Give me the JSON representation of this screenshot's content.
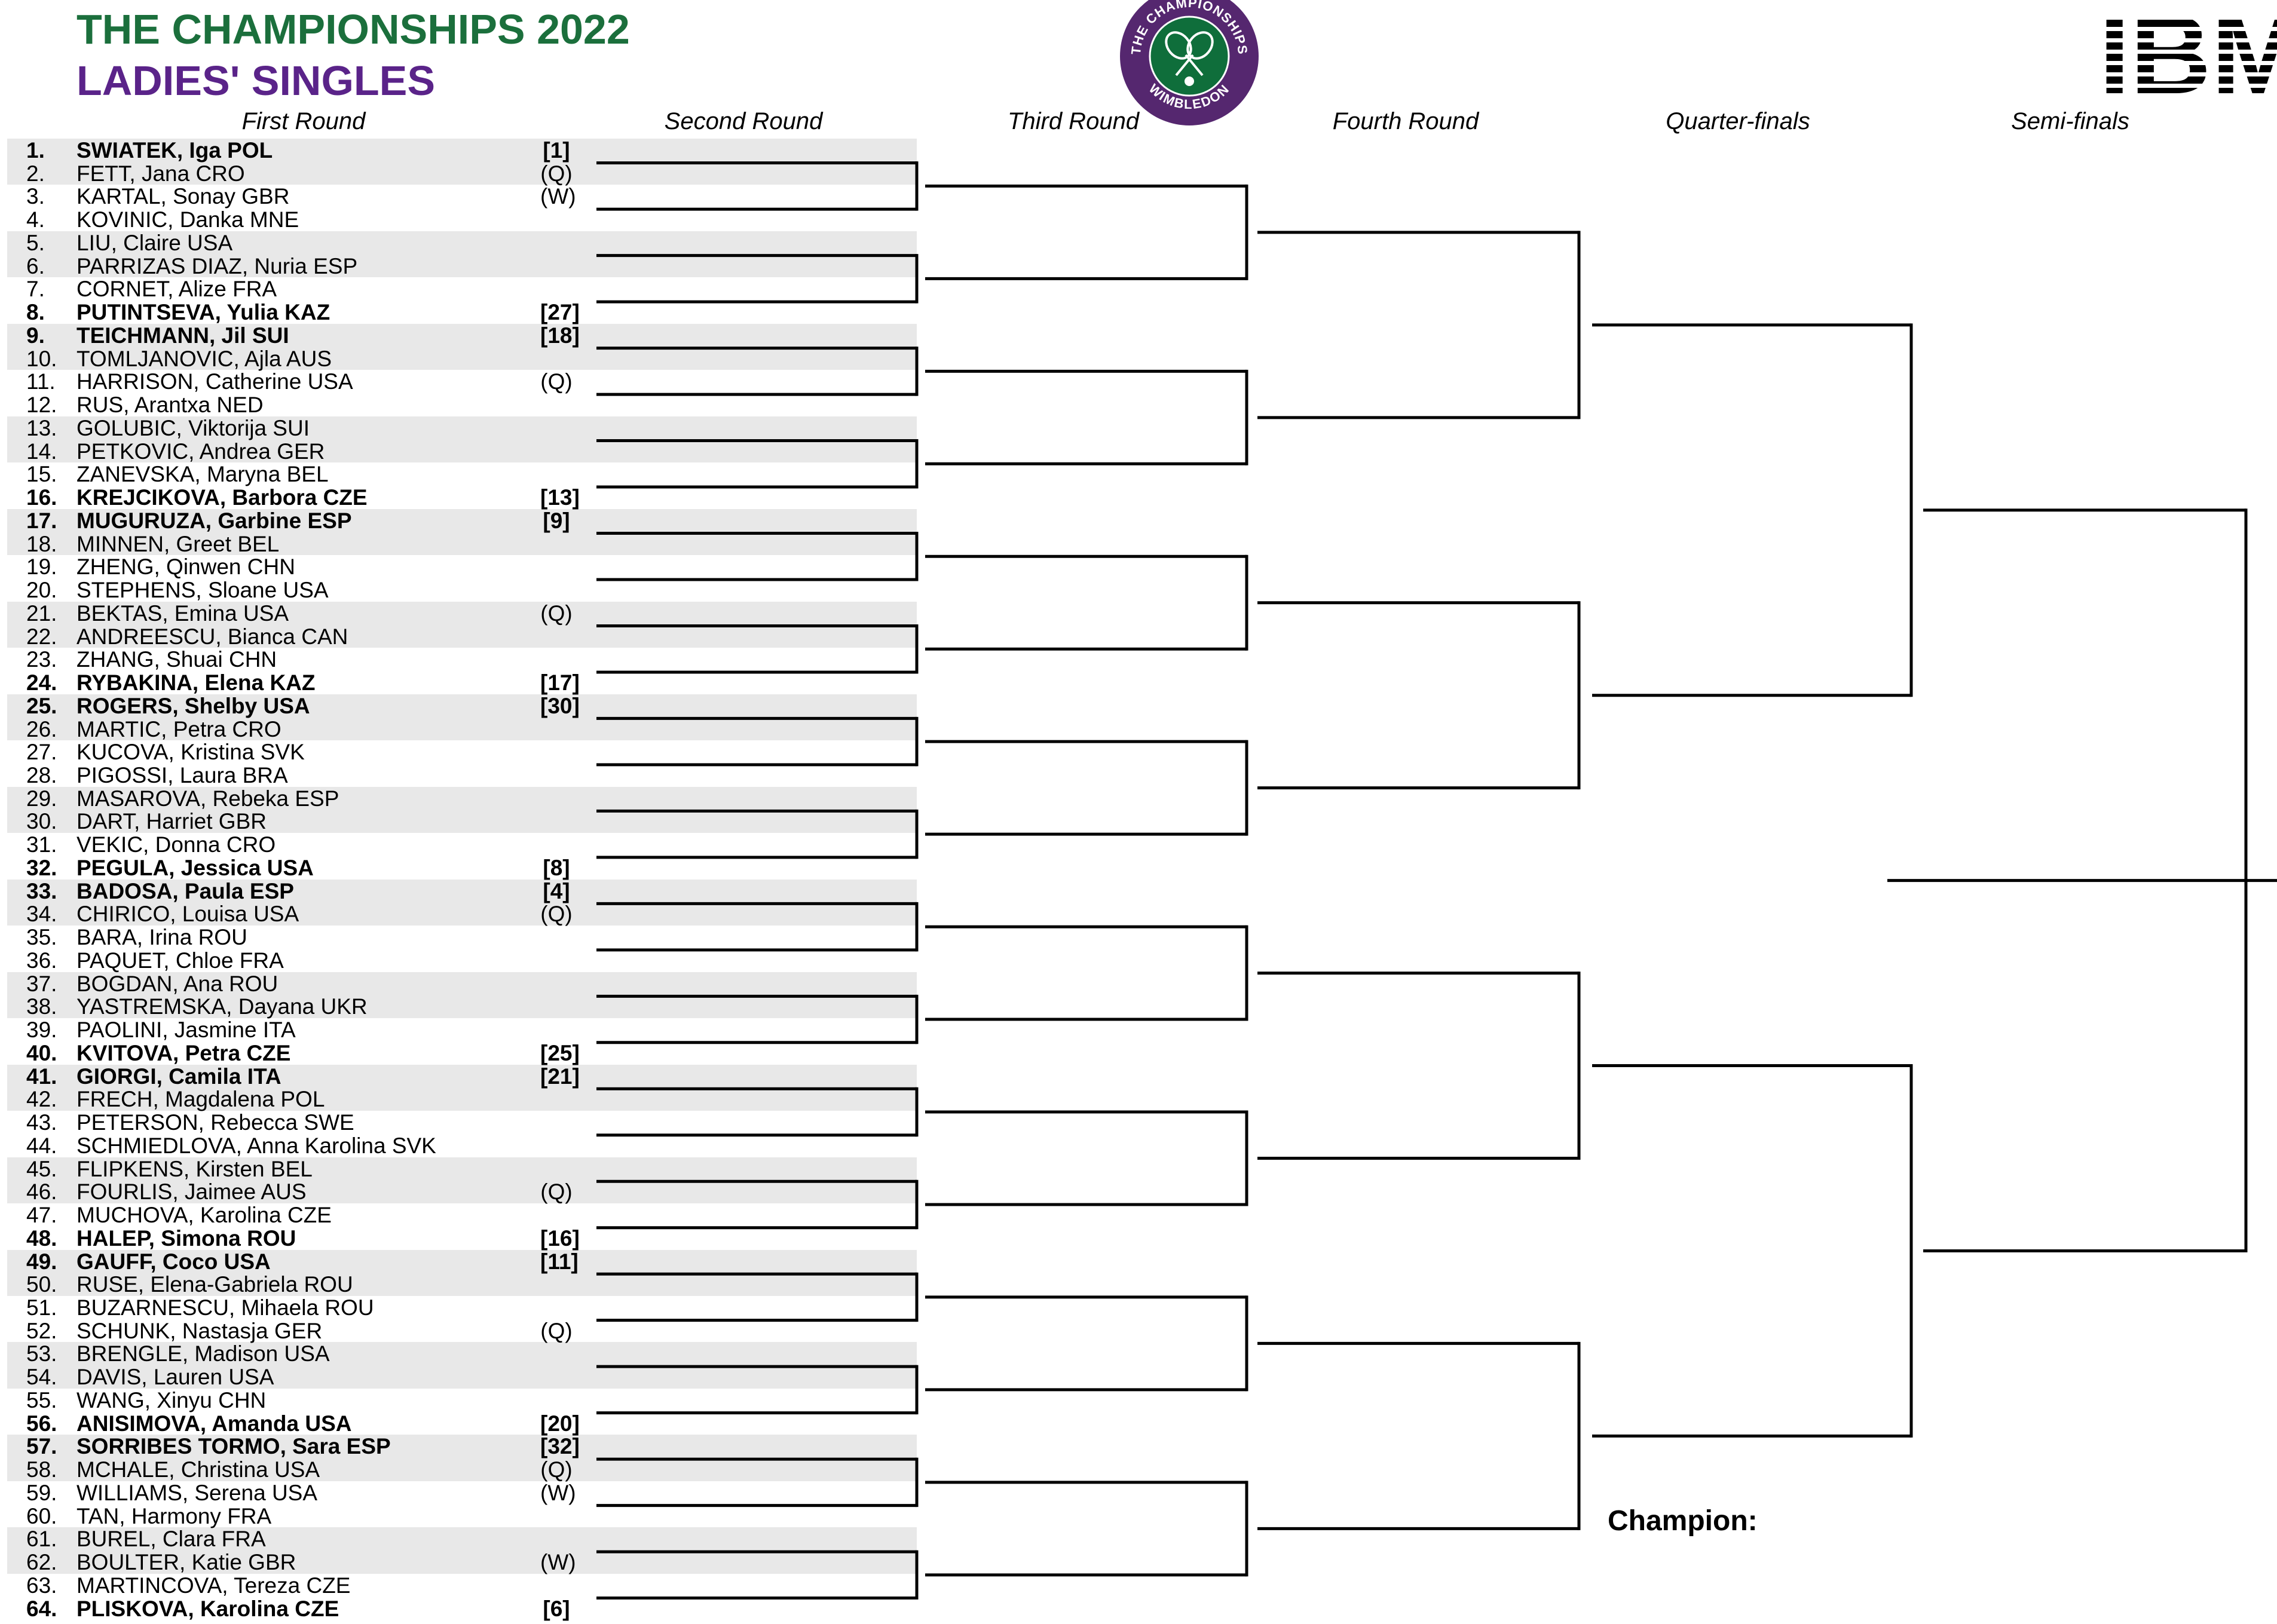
{
  "header": {
    "title": "THE CHAMPIONSHIPS 2022",
    "subtitle": "LADIES' SINGLES"
  },
  "logos": {
    "wimbledon": {
      "top_text": "THE CHAMPIONSHIPS",
      "bottom_text": "WIMBLEDON",
      "icon": "crossed-rackets-icon"
    },
    "sponsor": {
      "text": "IBM"
    }
  },
  "colors": {
    "title_green": "#1b6f3c",
    "subtitle_purple": "#5a2389",
    "row_shade": "#e8e8e8",
    "logo_purple": "#55276f",
    "logo_green": "#0f6e3b"
  },
  "rounds": [
    "First Round",
    "Second Round",
    "Third Round",
    "Fourth Round",
    "Quarter-finals",
    "Semi-finals"
  ],
  "players": [
    {
      "num": "1.",
      "name": "SWIATEK, Iga POL",
      "seed": "[1]",
      "bold": true
    },
    {
      "num": "2.",
      "name": "FETT, Jana CRO",
      "seed": "(Q)",
      "bold": false
    },
    {
      "num": "3.",
      "name": "KARTAL, Sonay GBR",
      "seed": "(W)",
      "bold": false
    },
    {
      "num": "4.",
      "name": "KOVINIC, Danka MNE",
      "seed": "",
      "bold": false
    },
    {
      "num": "5.",
      "name": "LIU, Claire USA",
      "seed": "",
      "bold": false
    },
    {
      "num": "6.",
      "name": "PARRIZAS DIAZ, Nuria ESP",
      "seed": "",
      "bold": false
    },
    {
      "num": "7.",
      "name": "CORNET, Alize FRA",
      "seed": "",
      "bold": false
    },
    {
      "num": "8.",
      "name": "PUTINTSEVA, Yulia KAZ",
      "seed": "[27]",
      "bold": true
    },
    {
      "num": "9.",
      "name": "TEICHMANN, Jil SUI",
      "seed": "[18]",
      "bold": true
    },
    {
      "num": "10.",
      "name": "TOMLJANOVIC, Ajla AUS",
      "seed": "",
      "bold": false
    },
    {
      "num": "11.",
      "name": "HARRISON, Catherine USA",
      "seed": "(Q)",
      "bold": false
    },
    {
      "num": "12.",
      "name": "RUS, Arantxa NED",
      "seed": "",
      "bold": false
    },
    {
      "num": "13.",
      "name": "GOLUBIC, Viktorija SUI",
      "seed": "",
      "bold": false
    },
    {
      "num": "14.",
      "name": "PETKOVIC, Andrea GER",
      "seed": "",
      "bold": false
    },
    {
      "num": "15.",
      "name": "ZANEVSKA, Maryna BEL",
      "seed": "",
      "bold": false
    },
    {
      "num": "16.",
      "name": "KREJCIKOVA, Barbora CZE",
      "seed": "[13]",
      "bold": true
    },
    {
      "num": "17.",
      "name": "MUGURUZA, Garbine ESP",
      "seed": "[9]",
      "bold": true
    },
    {
      "num": "18.",
      "name": "MINNEN, Greet BEL",
      "seed": "",
      "bold": false
    },
    {
      "num": "19.",
      "name": "ZHENG, Qinwen CHN",
      "seed": "",
      "bold": false
    },
    {
      "num": "20.",
      "name": "STEPHENS, Sloane USA",
      "seed": "",
      "bold": false
    },
    {
      "num": "21.",
      "name": "BEKTAS, Emina USA",
      "seed": "(Q)",
      "bold": false
    },
    {
      "num": "22.",
      "name": "ANDREESCU, Bianca CAN",
      "seed": "",
      "bold": false
    },
    {
      "num": "23.",
      "name": "ZHANG, Shuai CHN",
      "seed": "",
      "bold": false
    },
    {
      "num": "24.",
      "name": "RYBAKINA, Elena KAZ",
      "seed": "[17]",
      "bold": true
    },
    {
      "num": "25.",
      "name": "ROGERS, Shelby USA",
      "seed": "[30]",
      "bold": true
    },
    {
      "num": "26.",
      "name": "MARTIC, Petra CRO",
      "seed": "",
      "bold": false
    },
    {
      "num": "27.",
      "name": "KUCOVA, Kristina SVK",
      "seed": "",
      "bold": false
    },
    {
      "num": "28.",
      "name": "PIGOSSI, Laura BRA",
      "seed": "",
      "bold": false
    },
    {
      "num": "29.",
      "name": "MASAROVA, Rebeka ESP",
      "seed": "",
      "bold": false
    },
    {
      "num": "30.",
      "name": "DART, Harriet GBR",
      "seed": "",
      "bold": false
    },
    {
      "num": "31.",
      "name": "VEKIC, Donna CRO",
      "seed": "",
      "bold": false
    },
    {
      "num": "32.",
      "name": "PEGULA, Jessica USA",
      "seed": "[8]",
      "bold": true
    },
    {
      "num": "33.",
      "name": "BADOSA, Paula ESP",
      "seed": "[4]",
      "bold": true
    },
    {
      "num": "34.",
      "name": "CHIRICO, Louisa USA",
      "seed": "(Q)",
      "bold": false
    },
    {
      "num": "35.",
      "name": "BARA, Irina ROU",
      "seed": "",
      "bold": false
    },
    {
      "num": "36.",
      "name": "PAQUET, Chloe FRA",
      "seed": "",
      "bold": false
    },
    {
      "num": "37.",
      "name": "BOGDAN, Ana ROU",
      "seed": "",
      "bold": false
    },
    {
      "num": "38.",
      "name": "YASTREMSKA, Dayana UKR",
      "seed": "",
      "bold": false
    },
    {
      "num": "39.",
      "name": "PAOLINI, Jasmine ITA",
      "seed": "",
      "bold": false
    },
    {
      "num": "40.",
      "name": "KVITOVA, Petra CZE",
      "seed": "[25]",
      "bold": true
    },
    {
      "num": "41.",
      "name": "GIORGI, Camila ITA",
      "seed": "[21]",
      "bold": true
    },
    {
      "num": "42.",
      "name": "FRECH, Magdalena POL",
      "seed": "",
      "bold": false
    },
    {
      "num": "43.",
      "name": "PETERSON, Rebecca SWE",
      "seed": "",
      "bold": false
    },
    {
      "num": "44.",
      "name": "SCHMIEDLOVA, Anna Karolina SVK",
      "seed": "",
      "bold": false
    },
    {
      "num": "45.",
      "name": "FLIPKENS, Kirsten BEL",
      "seed": "",
      "bold": false
    },
    {
      "num": "46.",
      "name": "FOURLIS, Jaimee AUS",
      "seed": "(Q)",
      "bold": false
    },
    {
      "num": "47.",
      "name": "MUCHOVA, Karolina CZE",
      "seed": "",
      "bold": false
    },
    {
      "num": "48.",
      "name": "HALEP, Simona ROU",
      "seed": "[16]",
      "bold": true
    },
    {
      "num": "49.",
      "name": "GAUFF, Coco USA",
      "seed": "[11]",
      "bold": true
    },
    {
      "num": "50.",
      "name": "RUSE, Elena-Gabriela ROU",
      "seed": "",
      "bold": false
    },
    {
      "num": "51.",
      "name": "BUZARNESCU, Mihaela ROU",
      "seed": "",
      "bold": false
    },
    {
      "num": "52.",
      "name": "SCHUNK, Nastasja GER",
      "seed": "(Q)",
      "bold": false
    },
    {
      "num": "53.",
      "name": "BRENGLE, Madison USA",
      "seed": "",
      "bold": false
    },
    {
      "num": "54.",
      "name": "DAVIS, Lauren USA",
      "seed": "",
      "bold": false
    },
    {
      "num": "55.",
      "name": "WANG, Xinyu CHN",
      "seed": "",
      "bold": false
    },
    {
      "num": "56.",
      "name": "ANISIMOVA, Amanda USA",
      "seed": "[20]",
      "bold": true
    },
    {
      "num": "57.",
      "name": "SORRIBES TORMO, Sara ESP",
      "seed": "[32]",
      "bold": true
    },
    {
      "num": "58.",
      "name": "MCHALE, Christina USA",
      "seed": "(Q)",
      "bold": false
    },
    {
      "num": "59.",
      "name": "WILLIAMS, Serena USA",
      "seed": "(W)",
      "bold": false
    },
    {
      "num": "60.",
      "name": "TAN, Harmony FRA",
      "seed": "",
      "bold": false
    },
    {
      "num": "61.",
      "name": "BUREL, Clara FRA",
      "seed": "",
      "bold": false
    },
    {
      "num": "62.",
      "name": "BOULTER, Katie GBR",
      "seed": "(W)",
      "bold": false
    },
    {
      "num": "63.",
      "name": "MARTINCOVA, Tereza CZE",
      "seed": "",
      "bold": false
    },
    {
      "num": "64.",
      "name": "PLISKOVA, Karolina CZE",
      "seed": "[6]",
      "bold": true
    }
  ],
  "champion_label": "Champion:"
}
